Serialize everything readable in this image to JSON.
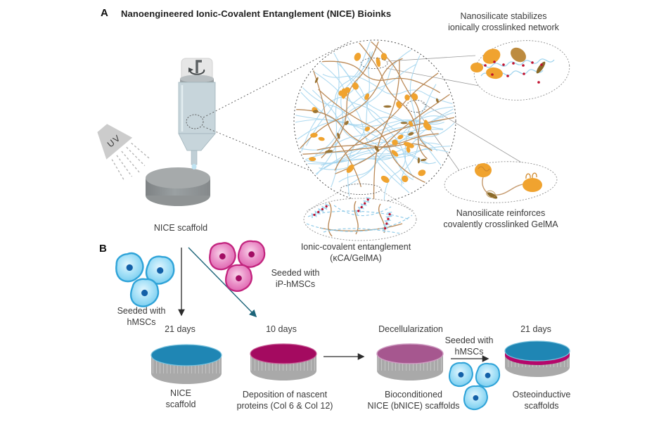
{
  "panel_a": {
    "label": "A",
    "title": "Nanoengineered Ionic-Covalent Entanglement (NICE) Bioinks",
    "uv_label": "UV",
    "scaffold_caption": "NICE scaffold",
    "annotation_top_right": "Nanosilicate stabilizes\nionically crosslinked network",
    "annotation_mid_right": "Nanosilicate reinforces\ncovalently crosslinked GelMA",
    "annotation_bottom": "Ionic-covalent entanglement\n(κCA/GelMA)"
  },
  "panel_b": {
    "label": "B",
    "seeded_hmscs": "Seeded with\nhMSCs",
    "seeded_ip_hmscs": "Seeded with\niP-hMSCs",
    "duration_21_days_left": "21 days",
    "duration_10_days": "10 days",
    "decellularization": "Decellularization",
    "seeded_hmscs_right": "Seeded with\nhMSCs",
    "duration_21_days_right": "21 days",
    "disk1_caption": "NICE\nscaffold",
    "disk2_caption": "Deposition of nascent\nproteins (Col 6 & Col 12)",
    "disk3_caption": "Bioconditioned\nNICE (bNICE) scaffolds",
    "disk4_caption": "Osteoinductive\nscaffolds"
  },
  "colors": {
    "disk_blue": "#1f86b4",
    "disk_magenta": "#a40a60",
    "disk_mauve": "#a6578f",
    "disk_band_magenta": "#b5076b",
    "disk_side_gray": "#a9a9a9",
    "cell_blue_stroke": "#2fa3d8",
    "cell_blue_nucleus": "#1360a8",
    "cell_pink_stroke": "#c2247e",
    "cell_pink_nucleus": "#a30c64",
    "network_blue": "#a9d7ef",
    "network_brown": "#bb8a58",
    "nanosilicate_orange": "#f0a32f",
    "nanosilicate_tan": "#9a7434",
    "crosslink_red": "#c00e2c",
    "arrow_teal": "#1c6479",
    "text": "#3a3a3a"
  }
}
